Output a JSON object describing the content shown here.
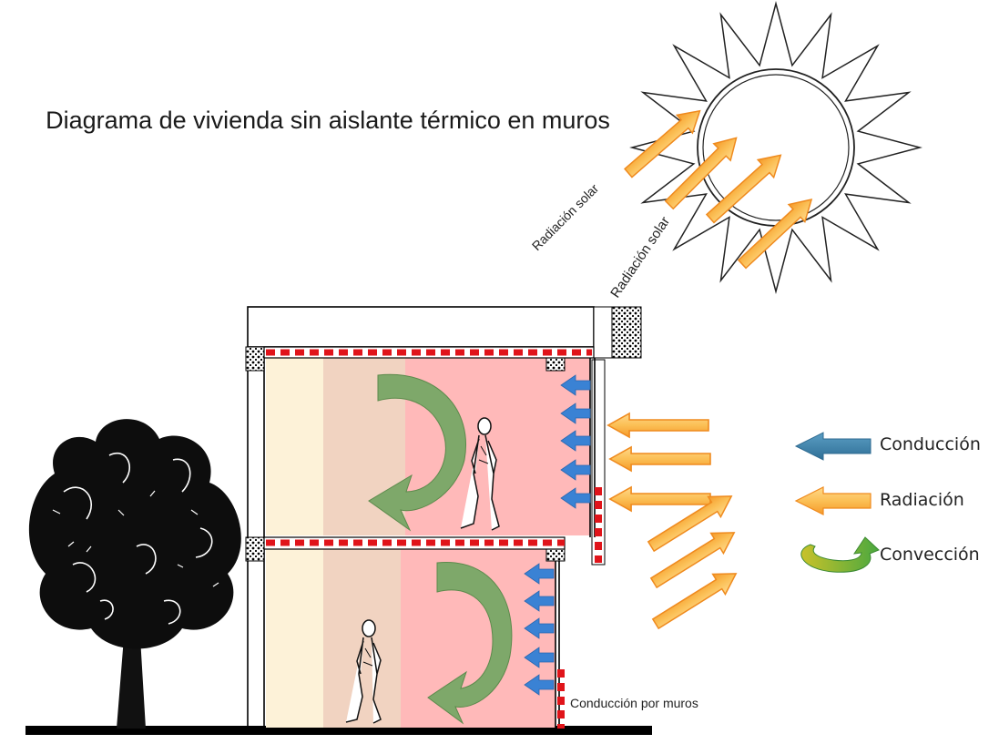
{
  "title": "Diagrama de vivienda sin aislante térmico en muros",
  "labels": {
    "solar_1": "Radiación solar",
    "solar_2": "Radiación solar",
    "wall_conduction": "Conducción por muros"
  },
  "legend": [
    {
      "label": "Conducción",
      "icon": "conduction-arrow-icon",
      "color": "#3d84a8"
    },
    {
      "label": "Radiación",
      "icon": "radiation-arrow-icon",
      "color": "#f5a742"
    },
    {
      "label": "Convección",
      "icon": "convection-arrow-icon",
      "color": "#6cae3f"
    }
  ],
  "colors": {
    "interior": "#ffb8b8",
    "zone_light": "#fdf1d8",
    "zone_mid": "#f0d2c0",
    "radiation_fill": "#fbc266",
    "radiation_edge": "#f08c20",
    "conduction": "#3a7fd0",
    "convection": "#7da56a",
    "slab_dots": "#e0141a"
  }
}
